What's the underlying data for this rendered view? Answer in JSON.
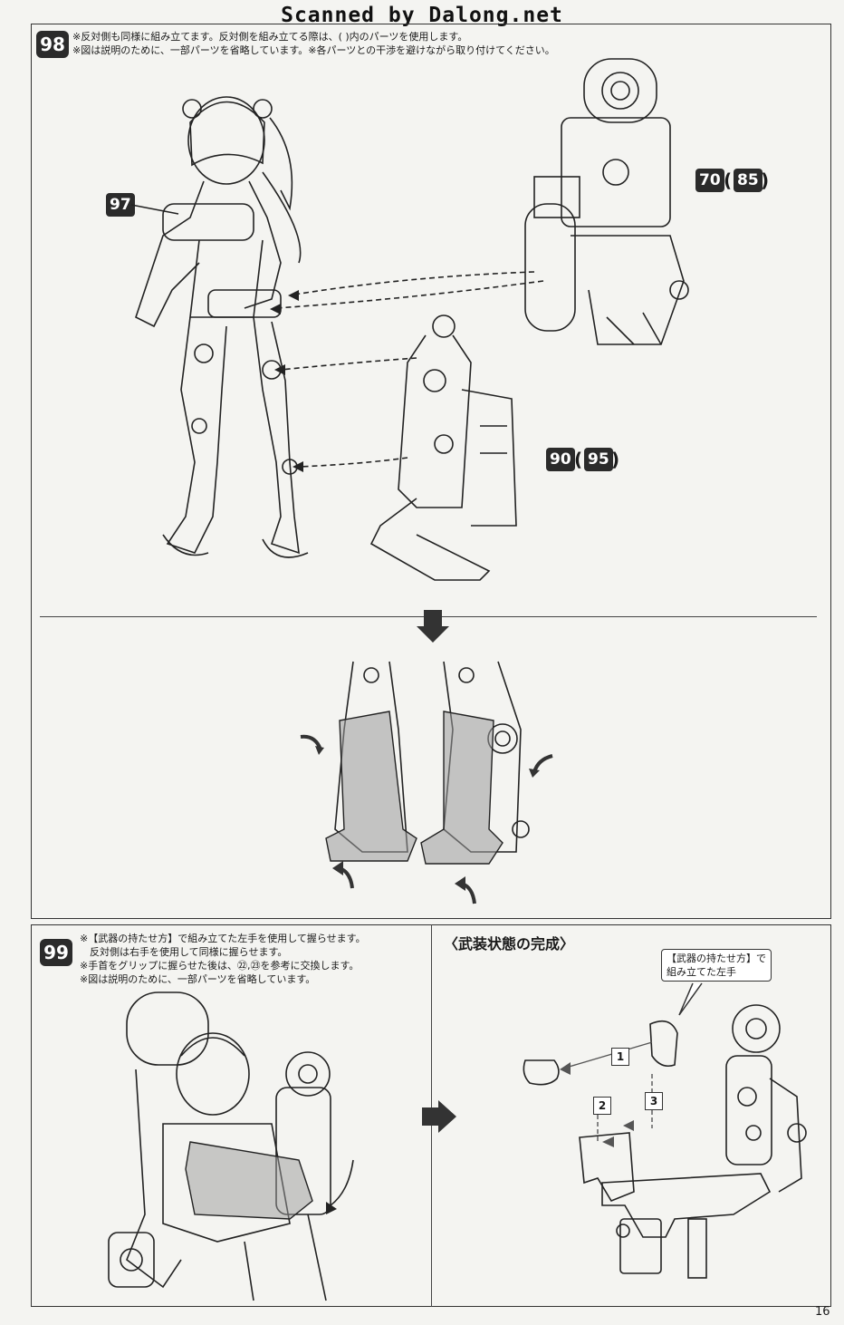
{
  "watermark": "Scanned by Dalong.net",
  "step98": {
    "number": "98",
    "notes": [
      "※反対側も同様に組み立てます。反対側を組み立てる際は、(   )内のパーツを使用します。",
      "※図は説明のために、一部パーツを省略しています。※各パーツとの干渉を避けながら取り付けてください。"
    ],
    "parts": {
      "figure": "97",
      "back_unit": "70",
      "back_unit_alt": "85",
      "leg_unit": "90",
      "leg_unit_alt": "95"
    }
  },
  "step99": {
    "number": "99",
    "notes": [
      "※【武器の持たせ方】で組み立てた左手を使用して握らせます。",
      "　反対側は右手を使用して同様に握らせます。",
      "※手首をグリップに握らせた後は、㉒,㉓を参考に交換します。",
      "※図は説明のために、一部パーツを省略しています。"
    ],
    "completion_title": "〈武装状態の完成〉",
    "callout": [
      "【武器の持たせ方】で",
      "組み立てた左手"
    ],
    "sequence": [
      "1",
      "2",
      "3"
    ]
  },
  "page_number": "16",
  "colors": {
    "ink": "#1a1a1a",
    "paper": "#f4f4f1",
    "badge": "#2b2b2b",
    "tint": "#9a9a9a"
  }
}
